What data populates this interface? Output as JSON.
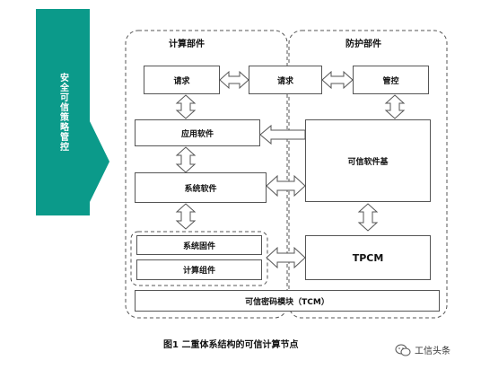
{
  "policy": {
    "label": "安全可信策略管控"
  },
  "groups": {
    "compute": {
      "title": "计算部件"
    },
    "protect": {
      "title": "防护部件"
    }
  },
  "compute_boxes": {
    "request": "请求",
    "app_software": "应用软件",
    "system_software": "系统软件",
    "system_firmware": "系统固件",
    "compute_component": "计算组件"
  },
  "shared_boxes": {
    "request": "请求"
  },
  "protect_boxes": {
    "control": "管控",
    "trusted_base": "可信软件基",
    "tpcm": "TPCM"
  },
  "tcm": {
    "label": "可信密码模块（TCM）"
  },
  "caption": {
    "text": "图1  二重体系结构的可信计算节点"
  },
  "watermark": {
    "text": "工信头条"
  },
  "colors": {
    "policy_arrow": "#0b9a8a",
    "border": "#555555"
  }
}
